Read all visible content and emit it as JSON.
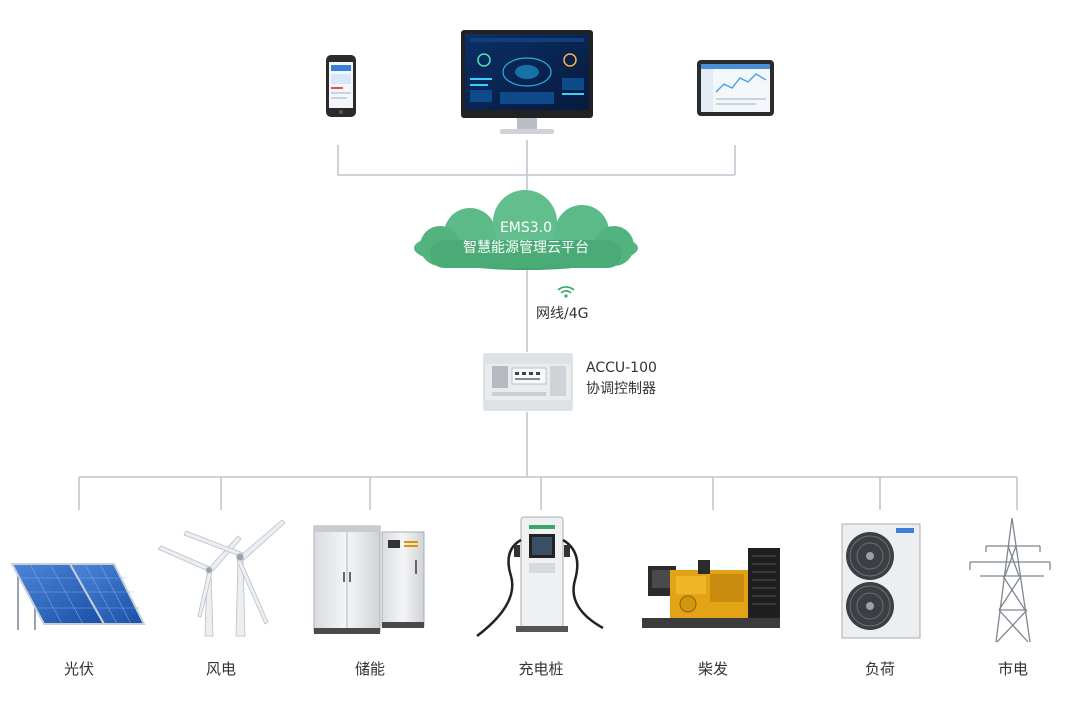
{
  "cloud": {
    "line1": "EMS3.0",
    "line2": "智慧能源管理云平台"
  },
  "link": {
    "label": "网线/4G",
    "icon": "wifi-icon"
  },
  "controller": {
    "model": "ACCU-100",
    "name": "协调控制器"
  },
  "devices": {
    "pv": "光伏",
    "wind": "风电",
    "storage": "储能",
    "charger": "充电桩",
    "diesel": "柴发",
    "load": "负荷",
    "grid": "市电"
  },
  "clients": [
    "phone-icon",
    "desktop-monitor-icon",
    "tablet-icon"
  ],
  "colors": {
    "cloud": "#3fa56f",
    "line": "#bfc6cf",
    "text": "#333333"
  }
}
